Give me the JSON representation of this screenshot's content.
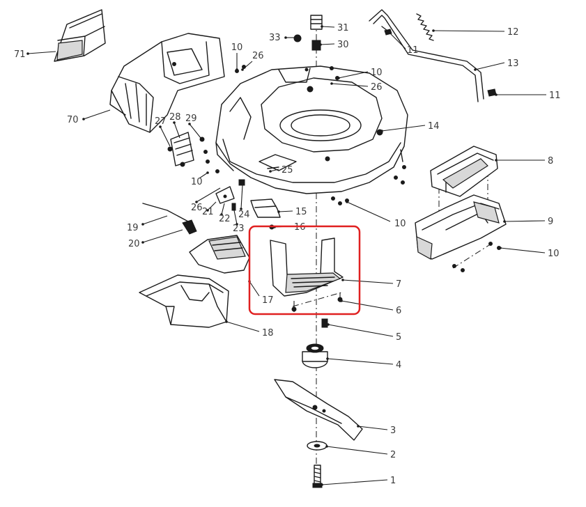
{
  "highlight": {
    "color": "#e02020"
  },
  "callouts": [
    {
      "label": "1"
    },
    {
      "label": "2"
    },
    {
      "label": "3"
    },
    {
      "label": "4"
    },
    {
      "label": "5"
    },
    {
      "label": "6"
    },
    {
      "label": "7"
    },
    {
      "label": "8"
    },
    {
      "label": "9"
    },
    {
      "label": "10"
    },
    {
      "label": "10"
    },
    {
      "label": "10"
    },
    {
      "label": "10"
    },
    {
      "label": "10"
    },
    {
      "label": "11"
    },
    {
      "label": "11"
    },
    {
      "label": "12"
    },
    {
      "label": "13"
    },
    {
      "label": "14"
    },
    {
      "label": "15"
    },
    {
      "label": "16"
    },
    {
      "label": "17"
    },
    {
      "label": "18"
    },
    {
      "label": "19"
    },
    {
      "label": "20"
    },
    {
      "label": "21"
    },
    {
      "label": "22"
    },
    {
      "label": "23"
    },
    {
      "label": "24"
    },
    {
      "label": "25"
    },
    {
      "label": "26"
    },
    {
      "label": "26"
    },
    {
      "label": "26"
    },
    {
      "label": "27"
    },
    {
      "label": "28"
    },
    {
      "label": "29"
    },
    {
      "label": "30"
    },
    {
      "label": "31"
    },
    {
      "label": "33"
    },
    {
      "label": "70"
    },
    {
      "label": "71"
    }
  ]
}
